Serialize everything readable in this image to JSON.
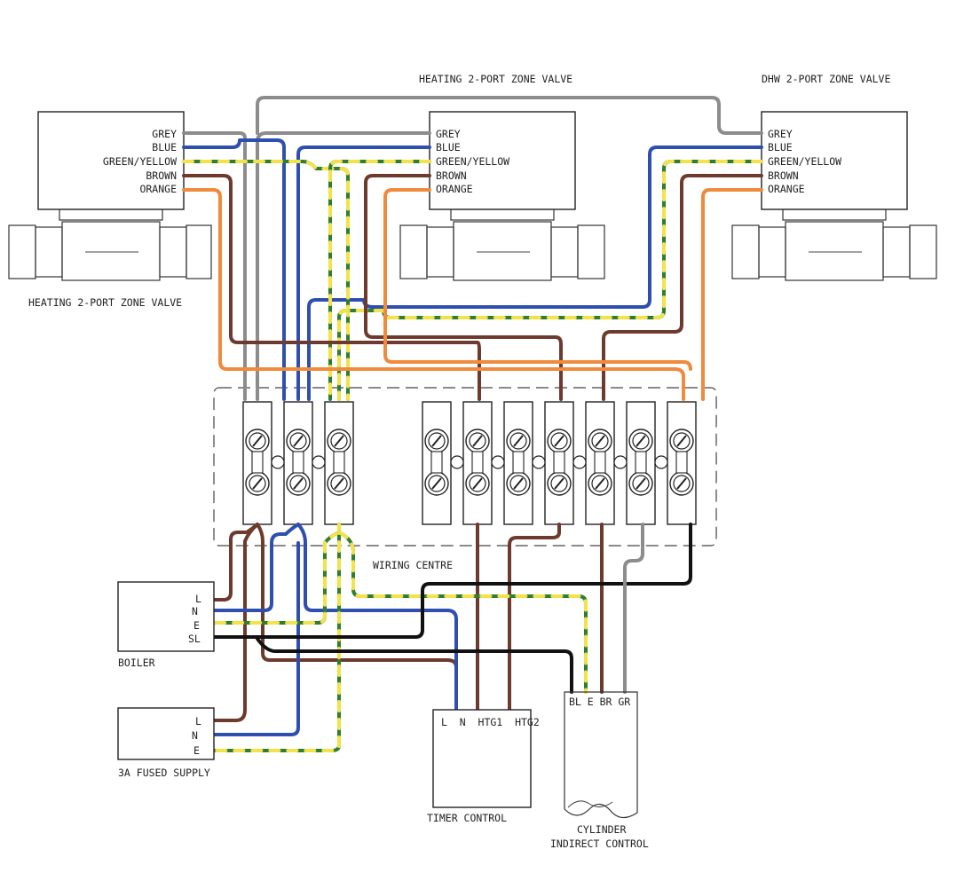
{
  "title_heating_top": "HEATING 2-PORT ZONE VALVE",
  "title_dhw": "DHW 2-PORT ZONE VALVE",
  "title_heating_left": "HEATING 2-PORT ZONE VALVE",
  "valve_left": {
    "wires": [
      "GREY",
      "BLUE",
      "GREEN/YELLOW",
      "BROWN",
      "ORANGE"
    ]
  },
  "valve_center": {
    "wires": [
      "GREY",
      "BLUE",
      "GREEN/YELLOW",
      "BROWN",
      "ORANGE"
    ]
  },
  "valve_right": {
    "wires": [
      "GREY",
      "BLUE",
      "GREEN/YELLOW",
      "BROWN",
      "ORANGE"
    ]
  },
  "wiring_centre": "WIRING CENTRE",
  "boiler": {
    "label": "BOILER",
    "terminals": [
      "L",
      "N",
      "E",
      "SL"
    ]
  },
  "fused_supply": {
    "label": "3A FUSED SUPPLY",
    "terminals": [
      "L",
      "N",
      "E"
    ]
  },
  "timer": {
    "label": "TIMER CONTROL",
    "terminals": "L  N  HTG1  HTG2"
  },
  "cylinder": {
    "label_line1": "CYLINDER",
    "label_line2": "INDIRECT CONTROL",
    "terminals": "BL E BR GR"
  },
  "wire_colors": {
    "grey": "#8c8c8c",
    "blue": "#2f4fb0",
    "brown": "#6e3a2e",
    "orange": "#f08a3c",
    "green": "#2e7d32",
    "yellow": "#f4e24a",
    "black": "#111111"
  },
  "icons": [
    "screw-terminal-icon",
    "zone-valve-body-icon",
    "cylinder-sensor-icon"
  ]
}
